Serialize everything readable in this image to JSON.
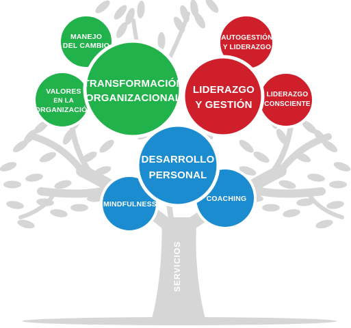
{
  "colors": {
    "tree": "#d6d6d6",
    "green": "#21b24b",
    "red": "#cf1f2a",
    "blue": "#1b8ccf",
    "white": "#ffffff"
  },
  "trunk": {
    "label": "SERVICIOS"
  },
  "green_group": {
    "main": [
      "TRANSFORMACIÓN",
      "ORGANIZACIONAL"
    ],
    "cambio": [
      "MANEJO",
      "DEL CAMBIO"
    ],
    "valores": [
      "VALORES",
      "EN LA",
      "ORGANIZACIÓN"
    ]
  },
  "red_group": {
    "main": [
      "LIDERAZGO",
      "Y GESTIÓN"
    ],
    "autogestion": [
      "AUTOGESTIÓN",
      "Y LIDERAZGO"
    ],
    "consciente": [
      "LIDERAZGO",
      "CONSCIENTE"
    ]
  },
  "blue_group": {
    "main": [
      "DESARROLLO",
      "PERSONAL"
    ],
    "mindfulness": [
      "MINDFULNESS"
    ],
    "coaching": [
      "COACHING"
    ]
  }
}
